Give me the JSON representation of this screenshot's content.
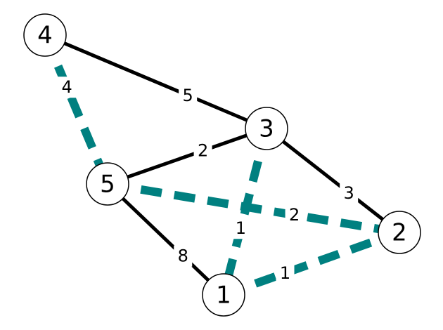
{
  "graph": {
    "nodes": [
      {
        "id": "1",
        "label": "1"
      },
      {
        "id": "2",
        "label": "2"
      },
      {
        "id": "3",
        "label": "3"
      },
      {
        "id": "4",
        "label": "4"
      },
      {
        "id": "5",
        "label": "5"
      }
    ],
    "edges": [
      {
        "from": "4",
        "to": "3",
        "weight": "5",
        "highlighted": false
      },
      {
        "from": "4",
        "to": "5",
        "weight": "4",
        "highlighted": true
      },
      {
        "from": "5",
        "to": "3",
        "weight": "2",
        "highlighted": false
      },
      {
        "from": "5",
        "to": "2",
        "weight": "2",
        "highlighted": true
      },
      {
        "from": "3",
        "to": "2",
        "weight": "3",
        "highlighted": false
      },
      {
        "from": "3",
        "to": "1",
        "weight": "1",
        "highlighted": true
      },
      {
        "from": "5",
        "to": "1",
        "weight": "8",
        "highlighted": false
      },
      {
        "from": "1",
        "to": "2",
        "weight": "1",
        "highlighted": true
      }
    ],
    "colors": {
      "edge": "#000000",
      "highlight": "#008080",
      "node_fill": "#ffffff",
      "node_stroke": "#000000"
    }
  }
}
